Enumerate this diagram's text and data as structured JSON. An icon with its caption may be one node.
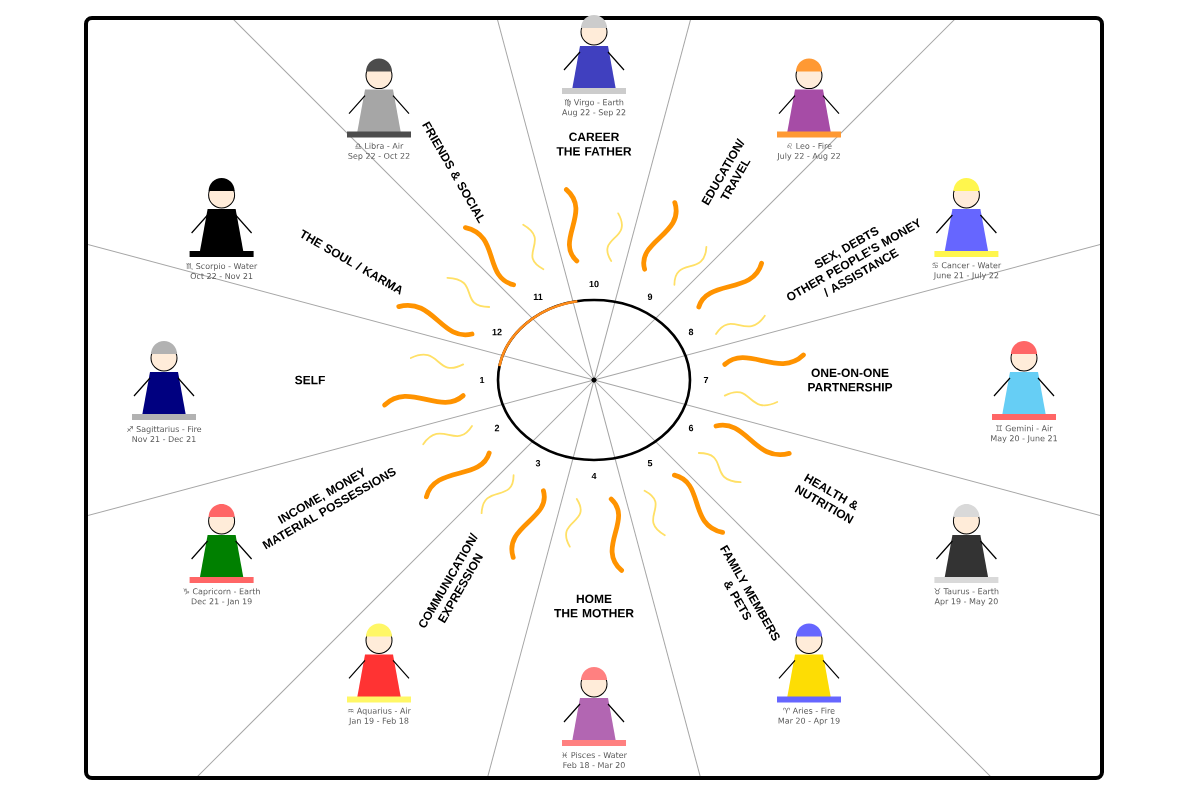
{
  "diagram": {
    "nodes": [
      {
        "text": [
          "CAREER THE FATHER"
        ],
        "beside": [
          "♍ Virgo - Earth",
          "Aug 22 - Sep 22"
        ]
      },
      {
        "text": [
          "EDUCATION/ TRAVEL"
        ],
        "beside": [
          "♌ Leo - Fire",
          "July 22 - Aug 22"
        ]
      },
      {
        "text": [
          "SEX, DEBTS OTHER PEOPLE'S MONEY / ASSISTANCE"
        ],
        "beside": [
          "♋ Cancer - Water",
          "June 21 - July 22"
        ]
      },
      {
        "text": [
          "ONE-ON-ONE PARTNERSHIP"
        ],
        "beside": [
          "♊ Gemini - Air",
          "May 20 - June 21"
        ]
      },
      {
        "text": [
          "HEALTH & NUTRITION"
        ],
        "beside": [
          "♉ Taurus - Earth",
          "Apr 19 - May 20"
        ]
      },
      {
        "text": [
          "FAMILY MEMBERS & PETS"
        ],
        "beside": [
          "♈ Aries - Fire",
          "Mar 20 - Apr 19"
        ]
      },
      {
        "text": [
          "HOME THE MOTHER"
        ],
        "beside": [
          "♓ Pisces - Water",
          "Feb 18 - Mar 20"
        ]
      },
      {
        "text": [
          "COMMUNICATION/ EXPRESSION"
        ],
        "beside": [
          "♒ Aquarius - Air",
          "Jan 19 - Feb 18"
        ]
      },
      {
        "text": [
          "INCOME, MONEY MATERIAL POSSESSIONS"
        ],
        "beside": [
          "♑ Capricorn - Earth",
          "Dec 21 - Jan 19"
        ]
      },
      {
        "text": [
          "SELF"
        ],
        "beside": [
          "♐ Sagittarius - Fire",
          "Nov 21 - Dec 21"
        ]
      },
      {
        "text": [
          "THE SOUL / KARMA"
        ],
        "beside": [
          "♏ Scorpio - Water",
          "Oct 22 - Nov 21"
        ]
      },
      {
        "text": [
          "FRIENDS & SOCIAL"
        ],
        "beside": [
          "♎ Libra - Air",
          "Sep 22 - Oct 22"
        ]
      }
    ],
    "labels": [
      "1",
      "2",
      "3",
      "4",
      "5",
      "6",
      "7",
      "8",
      "9",
      "10",
      "11",
      "12"
    ]
  }
}
